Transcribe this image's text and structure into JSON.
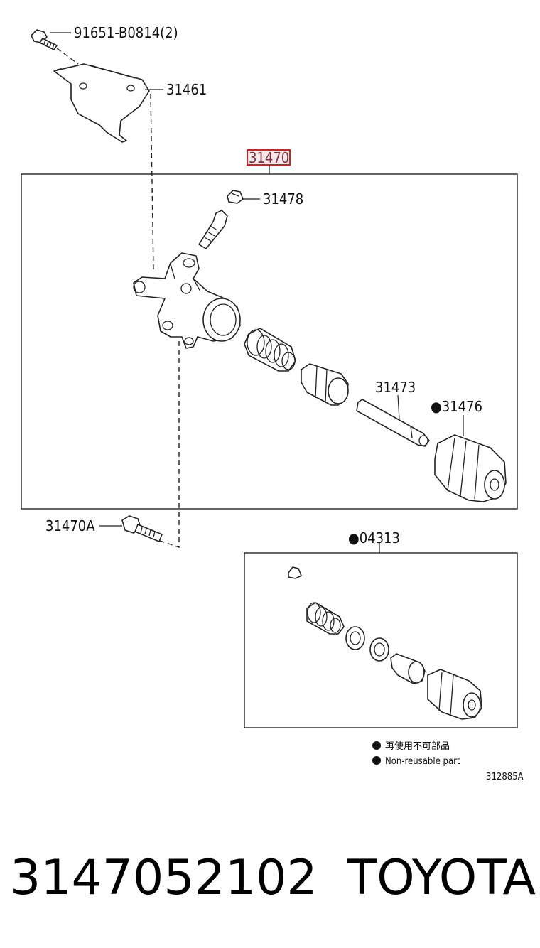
{
  "diagram": {
    "labels": {
      "bolt_top": "91651-B0814(2)",
      "bracket": "31461",
      "assembly": "31470",
      "bleeder_cap": "31478",
      "push_rod": "31473",
      "boot": "●31476",
      "bolt_bottom": "31470A",
      "kit": "●04313"
    },
    "legend": {
      "jp": "再使用不可部品",
      "en": "Non-reusable part"
    },
    "drawing_code": "312885A",
    "colors": {
      "highlight_box": "#cc2222",
      "line": "#222222"
    }
  },
  "caption": {
    "part_number": "3147052102",
    "brand": "TOYOTA"
  }
}
